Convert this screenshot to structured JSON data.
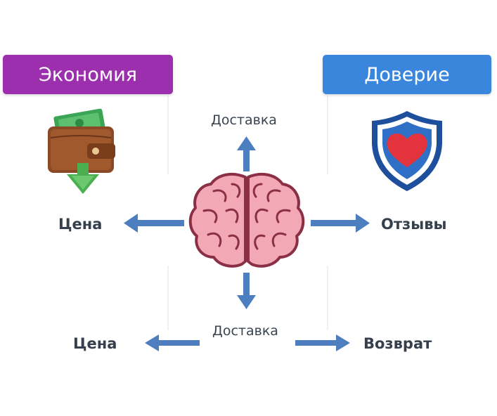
{
  "headers": {
    "left": "Экономия",
    "right": "Доверие"
  },
  "labels": {
    "top": "Доставка",
    "left": "Цена",
    "right": "Отзывы",
    "bottom": "Доставка",
    "bottom_left": "Цена",
    "bottom_right": "Возврат"
  },
  "icons": {
    "left": "wallet-icon",
    "right": "shield-heart-icon",
    "center": "brain-icon"
  },
  "colors": {
    "left_header": "#9b2fae",
    "right_header": "#3a86dc",
    "arrows": "#4d7fc0",
    "text": "#35404c",
    "brain": "#f0a4b2"
  }
}
